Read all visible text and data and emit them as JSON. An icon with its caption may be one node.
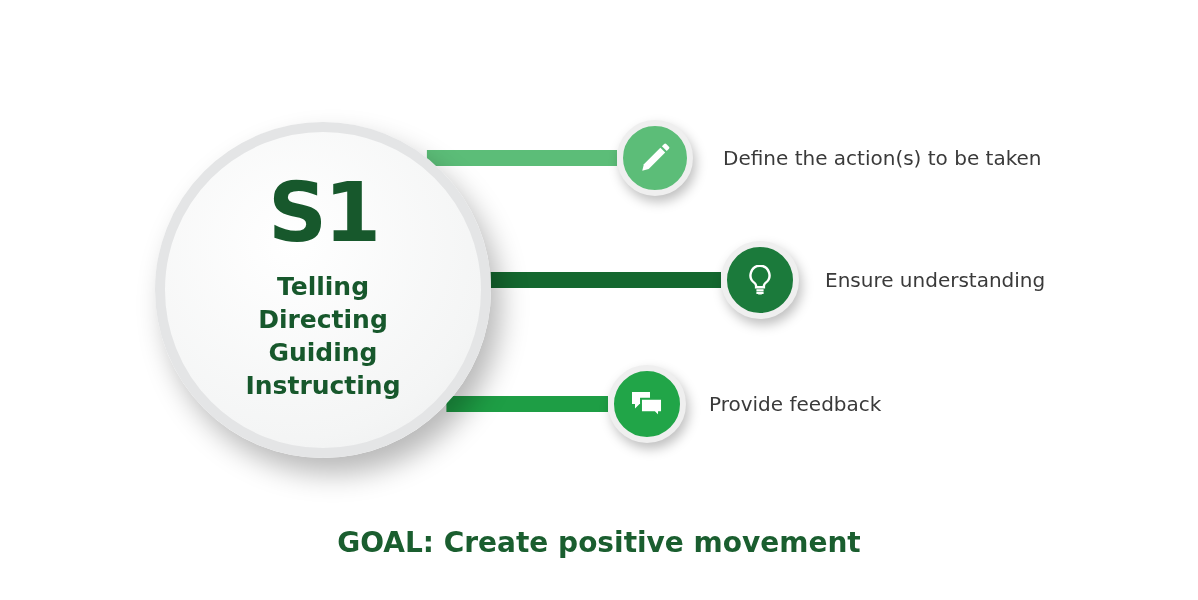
{
  "diagram": {
    "caption": "GOAL: Create positive movement",
    "nodes": [
      {
        "text": [
          "S1",
          "Telling Directing Guiding Instructing"
        ]
      },
      {
        "text": [],
        "shape": "circle",
        "beside": [
          "Define the action(s) to be taken"
        ]
      },
      {
        "text": [],
        "shape": "circle",
        "beside": [
          "Ensure understanding"
        ]
      },
      {
        "text": [],
        "shape": "circle",
        "beside": [
          "Provide feedback"
        ]
      }
    ],
    "edges": [
      {
        "from": 0,
        "to": 1,
        "arrow": "none",
        "color": "#5cbd78"
      },
      {
        "from": 0,
        "to": 2,
        "arrow": "none",
        "color": "#14682f"
      },
      {
        "from": 0,
        "to": 3,
        "arrow": "none",
        "color": "#1e9e45"
      }
    ]
  }
}
